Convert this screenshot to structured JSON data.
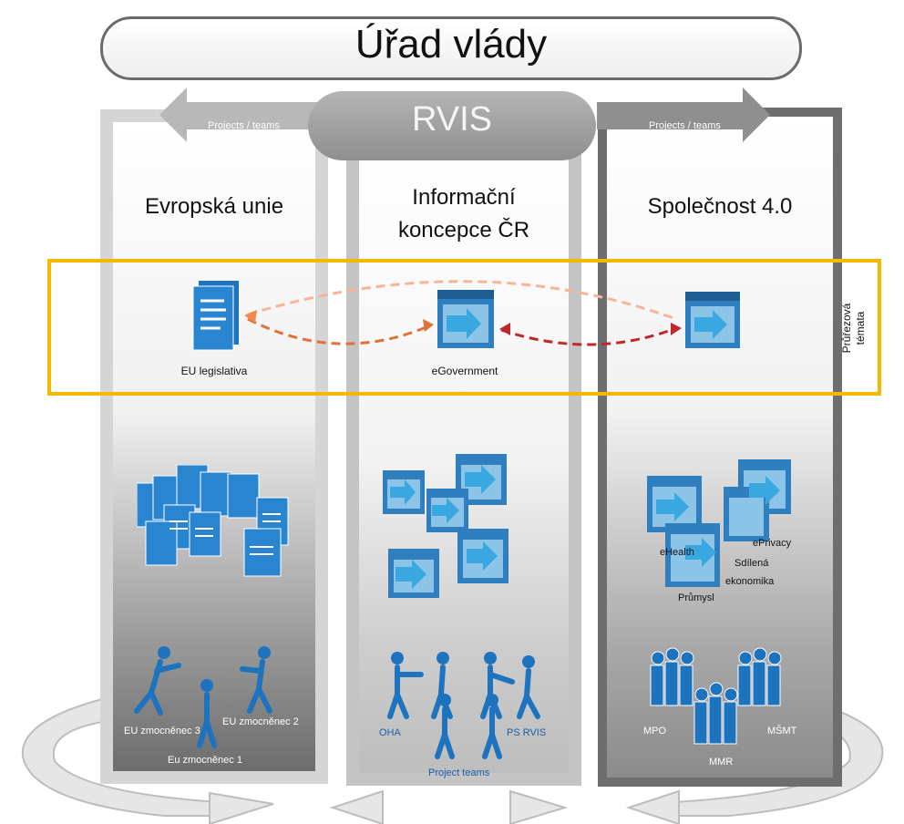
{
  "header": {
    "title": "Úřad vlády"
  },
  "rvis": {
    "label": "RVIS",
    "left_arrow": "Projects / teams",
    "right_arrow": "Projects / teams"
  },
  "columns": {
    "left": {
      "title": "Evropská unie",
      "icon_label": "EU legislativa",
      "people": [
        "EU zmocněnec 3",
        "EU zmocněnec 2",
        "Eu zmocněnec 1"
      ]
    },
    "middle": {
      "title_line1": "Informační",
      "title_line2": "koncepce ČR",
      "icon_label": "eGovernment",
      "people": [
        "OHA",
        "PS RVIS",
        "Project teams"
      ]
    },
    "right": {
      "title": "Společnost 4.0",
      "windows_labels": [
        "eHealth",
        "ePrivacy",
        "Sdílená",
        "ekonomika",
        "Průmysl"
      ],
      "people": [
        "MPO",
        "MŠMT",
        "MMR"
      ]
    }
  },
  "cross_topics": {
    "line1": "Průřezová",
    "line2": "témata"
  },
  "colors": {
    "accent": "#f5b800",
    "icon_blue": "#1e73be",
    "arrow_red": "#c0272d",
    "arrow_orange": "#f08a4b"
  }
}
